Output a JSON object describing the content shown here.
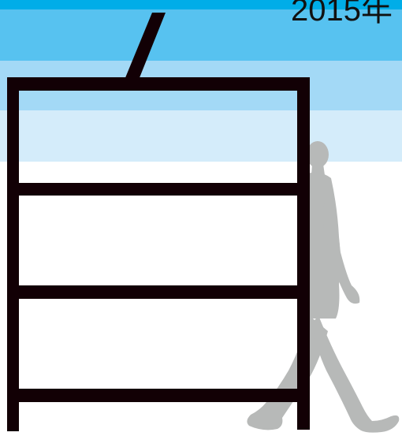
{
  "year_label": "2015年",
  "colors": {
    "sky_band_1": "#00ade8",
    "sky_band_2": "#57c2f0",
    "sky_band_3": "#a3d9f6",
    "sky_band_4": "#d4ecfa",
    "shelf_frame": "#120005",
    "person_silhouette": "#b7b9b8",
    "background": "#ffffff"
  },
  "icons": {
    "figure": "walking-person-silhouette",
    "furniture": "shelf-frame"
  }
}
